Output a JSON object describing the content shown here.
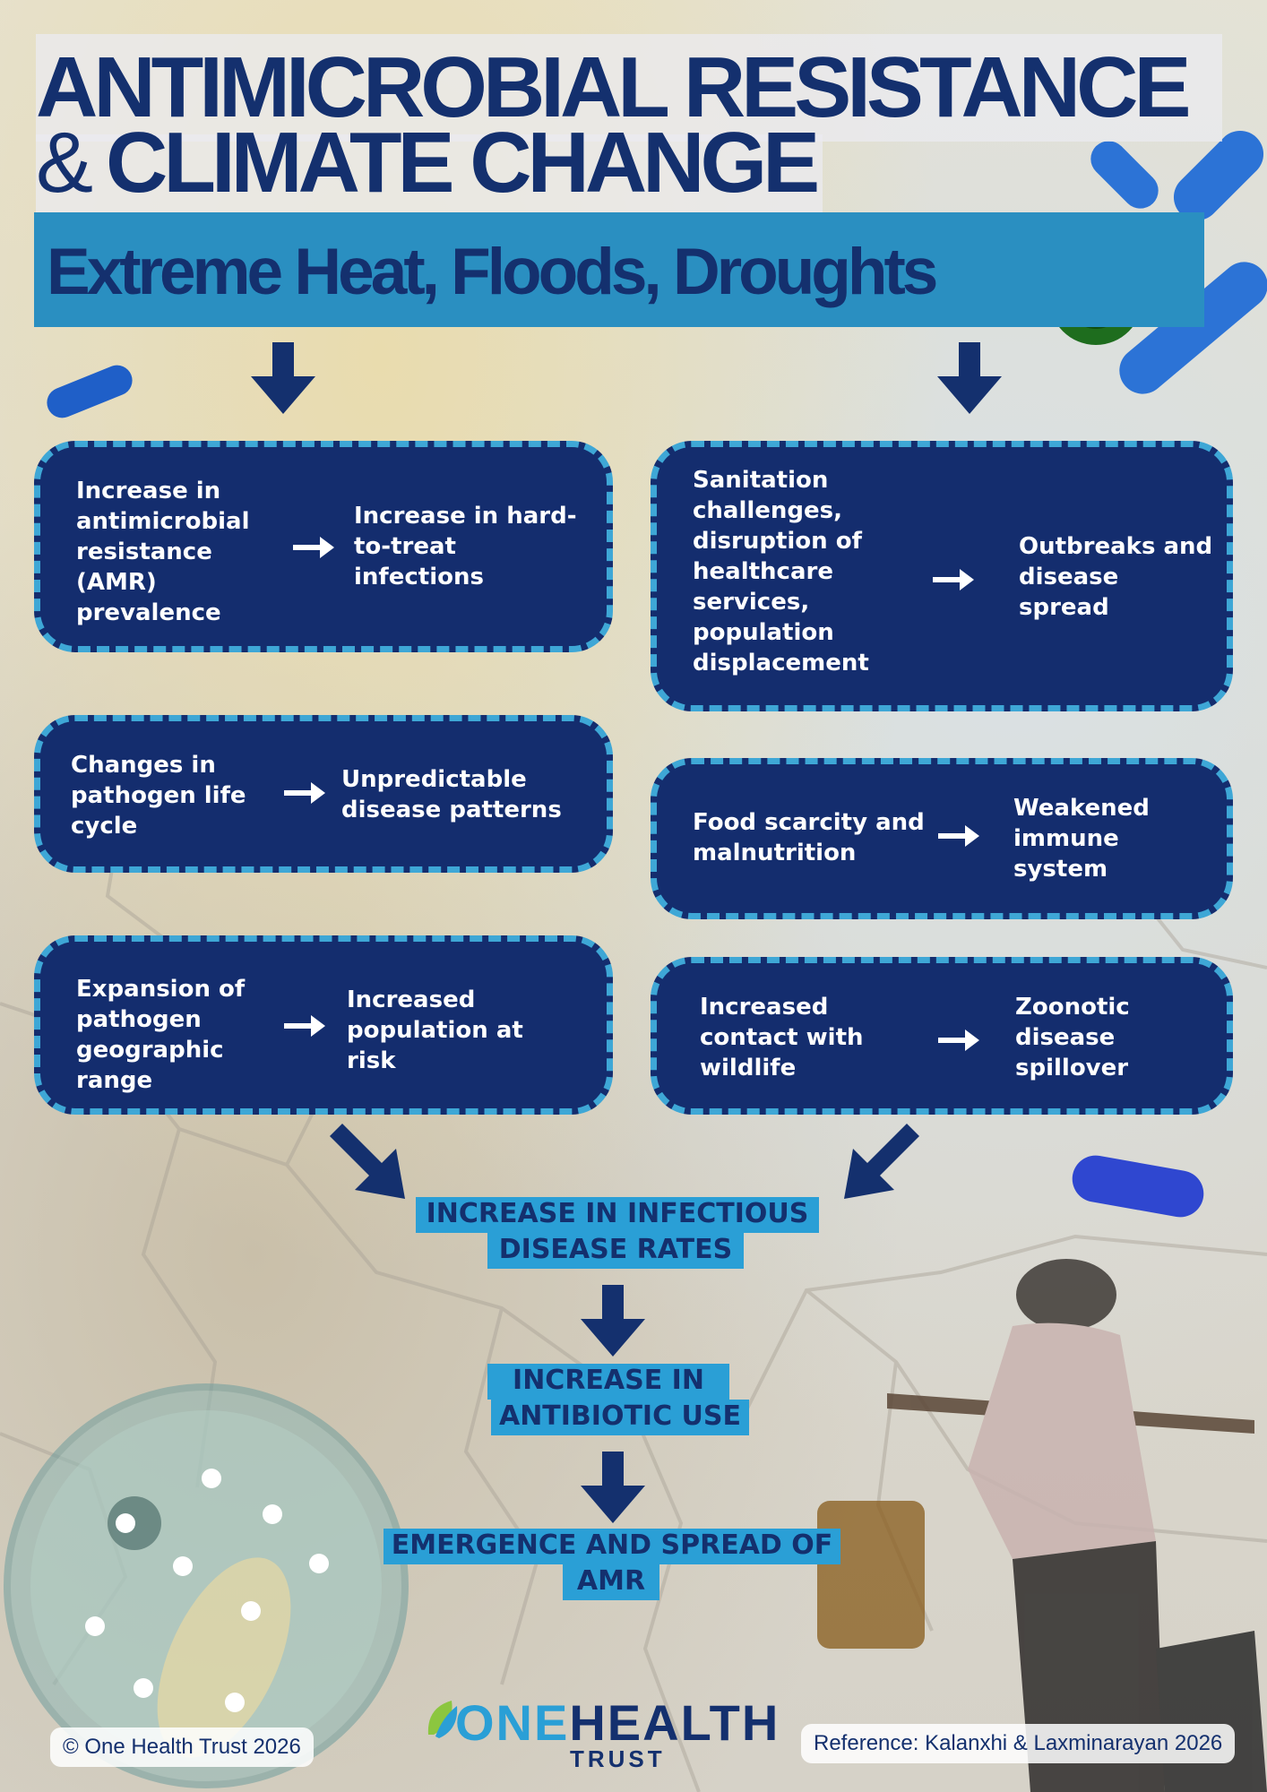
{
  "title": {
    "line1": "ANTIMICROBIAL RESISTANCE",
    "line2_amp": "&",
    "line2": "CLIMATE CHANGE"
  },
  "subtitle": "Extreme Heat, Floods, Droughts",
  "left_boxes": [
    {
      "cause": "Increase in antimicrobial resistance (AMR) prevalence",
      "effect": "Increase in hard-to-treat infections"
    },
    {
      "cause": "Changes in pathogen life cycle",
      "effect": "Unpredictable disease patterns"
    },
    {
      "cause": "Expansion of pathogen geographic range",
      "effect": "Increased population at risk"
    }
  ],
  "right_boxes": [
    {
      "cause": "Sanitation challenges, disruption of healthcare services, population displacement",
      "effect": "Outbreaks and disease spread"
    },
    {
      "cause": "Food scarcity and malnutrition",
      "effect": "Weakened immune system"
    },
    {
      "cause": "Increased contact with wildlife",
      "effect": "Zoonotic disease spillover"
    }
  ],
  "flow": {
    "step1_line1": "INCREASE IN INFECTIOUS",
    "step1_line2": "DISEASE RATES",
    "step2_line1": "INCREASE IN",
    "step2_line2": "ANTIBIOTIC USE",
    "step3_line1": "EMERGENCE AND SPREAD OF",
    "step3_line2": "AMR"
  },
  "footer": {
    "copyright": "© One Health Trust 2026",
    "reference": "Reference: Kalanxhi & Laxminarayan 2026",
    "logo_one": "ONE",
    "logo_health": "HEALTH",
    "logo_trust": "TRUST"
  },
  "colors": {
    "navy": "#142d6e",
    "blue": "#2a9fd6",
    "dash": "#3ea7d6"
  },
  "icons": [
    "down-arrow-icon",
    "right-arrow-icon",
    "diagonal-arrow-icon",
    "bacteria-icon",
    "petri-dish-icon",
    "leaf-logo-icon"
  ]
}
